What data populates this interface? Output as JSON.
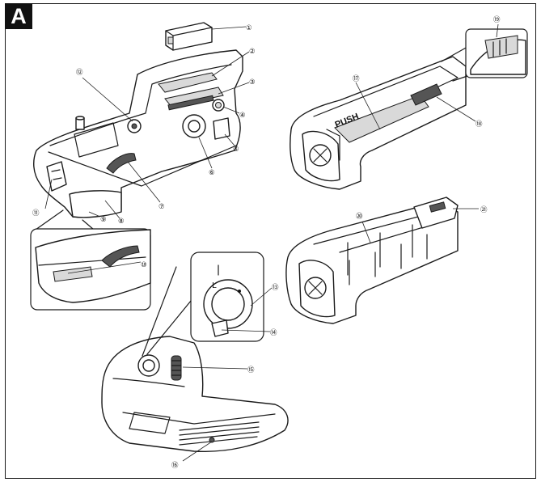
{
  "figure_label": "A",
  "battery_tray_print": "PUSH",
  "mode_dial_mark": "L",
  "callouts": [
    {
      "id": 1,
      "label": "①"
    },
    {
      "id": 2,
      "label": "②"
    },
    {
      "id": 3,
      "label": "③"
    },
    {
      "id": 4,
      "label": "④"
    },
    {
      "id": 5,
      "label": "⑤"
    },
    {
      "id": 6,
      "label": "⑥"
    },
    {
      "id": 7,
      "label": "⑦"
    },
    {
      "id": 8,
      "label": "⑧"
    },
    {
      "id": 9,
      "label": "⑨"
    },
    {
      "id": 10,
      "label": "⑩"
    },
    {
      "id": 11,
      "label": "⑪"
    },
    {
      "id": 12,
      "label": "⑫"
    },
    {
      "id": 13,
      "label": "⑬"
    },
    {
      "id": 14,
      "label": "⑭"
    },
    {
      "id": 15,
      "label": "⑮"
    },
    {
      "id": 16,
      "label": "⑯"
    },
    {
      "id": 17,
      "label": "⑰"
    },
    {
      "id": 18,
      "label": "⑱"
    },
    {
      "id": 19,
      "label": "⑲"
    },
    {
      "id": 20,
      "label": "⑳"
    },
    {
      "id": 21,
      "label": "㉑"
    }
  ]
}
